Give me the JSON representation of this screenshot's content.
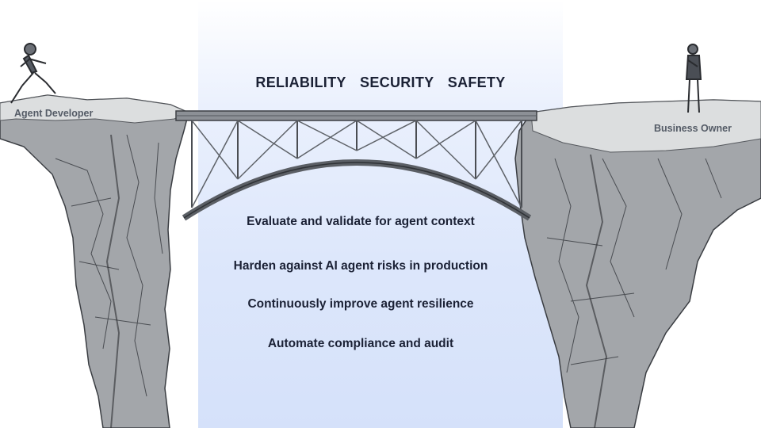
{
  "pillars": [
    "RELIABILITY",
    "SECURITY",
    "SAFETY"
  ],
  "steps": [
    "Evaluate and validate for agent context",
    "Harden against  AI agent risks in production",
    "Continuously improve agent resilience",
    "Automate compliance and audit"
  ],
  "roles": {
    "left": "Agent Developer",
    "right": "Business Owner"
  },
  "colors": {
    "text": "#1b2135",
    "role_text": "#545b66",
    "glow": "#dde7fb",
    "cliff": "#a3a6aa"
  }
}
